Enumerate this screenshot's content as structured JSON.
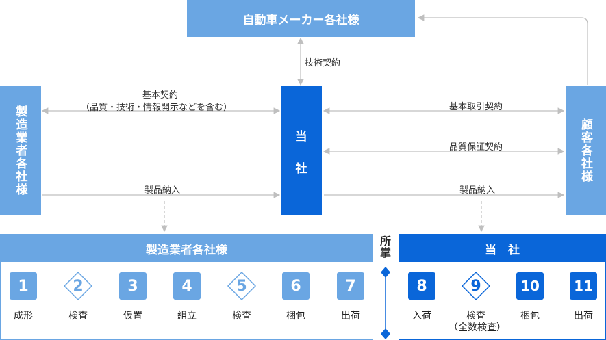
{
  "boxes": {
    "automakers": "自動車メーカー各社様",
    "company": "当\n社",
    "manufacturers": "製造業者各社様",
    "customers": "顧客各社様"
  },
  "relations": {
    "tech_contract": "技術契約",
    "basic_contract_line1": "基本契約",
    "basic_contract_line2": "（品質・技術・情報開示などを含む）",
    "basic_trade_contract": "基本取引契約",
    "quality_assurance_contract": "品質保証契約",
    "delivery_left": "製品納入",
    "delivery_right": "製品納入"
  },
  "jurisdiction": "所掌",
  "left_panel": {
    "title": "製造業者各社様",
    "steps": [
      {
        "num": "1",
        "label": "成形",
        "shape": "square"
      },
      {
        "num": "2",
        "label": "検査",
        "shape": "diamond"
      },
      {
        "num": "3",
        "label": "仮置",
        "shape": "square"
      },
      {
        "num": "4",
        "label": "組立",
        "shape": "square"
      },
      {
        "num": "5",
        "label": "検査",
        "shape": "diamond"
      },
      {
        "num": "6",
        "label": "梱包",
        "shape": "square"
      },
      {
        "num": "7",
        "label": "出荷",
        "shape": "square"
      }
    ]
  },
  "right_panel": {
    "title": "当　社",
    "steps": [
      {
        "num": "8",
        "label": "入荷",
        "shape": "square"
      },
      {
        "num": "9",
        "label": "検査\n（全数検査）",
        "shape": "diamond"
      },
      {
        "num": "10",
        "label": "梱包",
        "shape": "square"
      },
      {
        "num": "11",
        "label": "出荷",
        "shape": "square"
      }
    ]
  },
  "colors": {
    "light": "#6aa6e3",
    "dark": "#0a66d9",
    "line": "#bfbfbf"
  }
}
